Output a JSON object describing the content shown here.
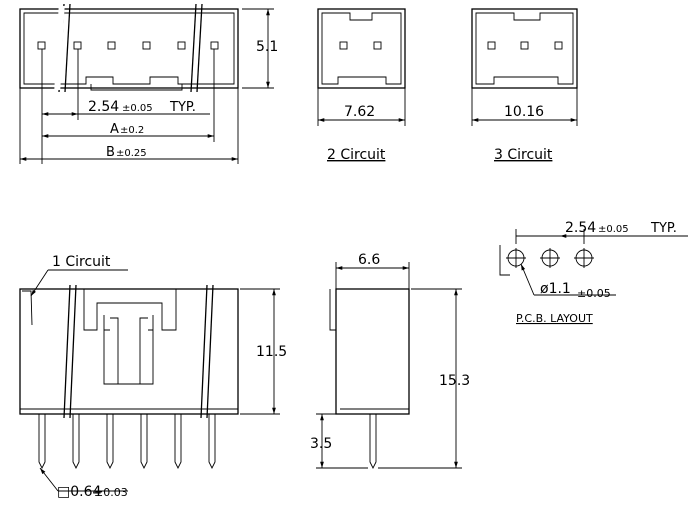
{
  "top_view_5": {
    "height_dim": "5.1",
    "pitch_dim": "2.54",
    "pitch_tol": "±0.05",
    "pitch_note": "TYP.",
    "a_dim": "A",
    "a_tol": "±0.2",
    "b_dim": "B",
    "b_tol": "±0.25"
  },
  "top_view_2": {
    "width_dim": "7.62",
    "caption": "2 Circuit"
  },
  "top_view_3": {
    "width_dim": "10.16",
    "caption": "3 Circuit"
  },
  "pcb_layout": {
    "pitch_dim": "2.54",
    "pitch_tol": "±0.05",
    "pitch_note": "TYP.",
    "hole_dim": "ø1.1",
    "hole_tol": "±0.05",
    "caption": "P.C.B. LAYOUT"
  },
  "front_view": {
    "leader_label": "1 Circuit",
    "height_dim": "11.5",
    "pin_dim": "□0.64",
    "pin_tol": "±0.03"
  },
  "side_view": {
    "width_dim": "6.6",
    "height_dim": "15.3",
    "pin_len_dim": "3.5"
  }
}
